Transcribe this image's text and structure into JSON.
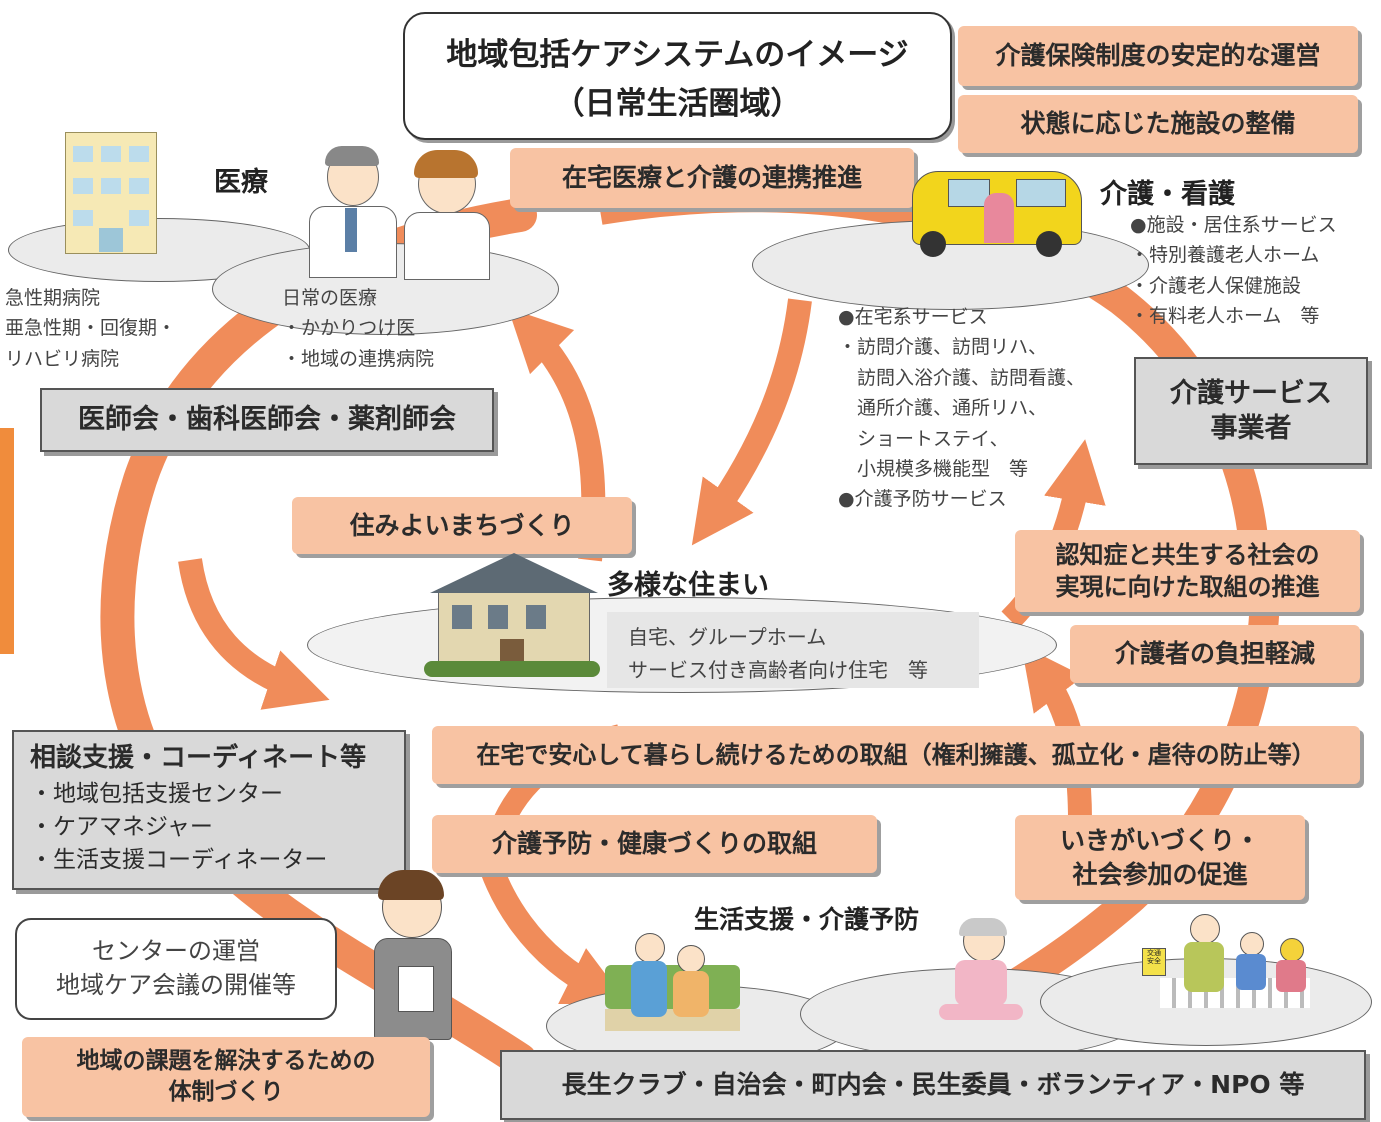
{
  "title": {
    "line1": "地域包括ケアシステムのイメージ",
    "line2": "（日常生活圏域）"
  },
  "top_right": {
    "stable_operation": "介護保険制度の安定的な運営",
    "facility_maintenance": "状態に応じた施設の整備"
  },
  "medical": {
    "heading": "医療",
    "hospitals": "急性期病院\n亜急性期・回復期・\nリハビリ病院",
    "daily": "日常の医療\n・かかりつけ医\n・地域の連携病院",
    "association": "医師会・歯科医師会・薬剤師会"
  },
  "home_medical_link": "在宅医療と介護の連携推進",
  "care": {
    "heading": "介護・看護",
    "facility_services": "●施設・居住系サービス\n・特別養護老人ホーム\n・介護老人保健施設\n・有料老人ホーム　等",
    "home_services": "●在宅系サービス\n・訪問介護、訪問リハ、\n　訪問入浴介護、訪問看護、\n　通所介護、通所リハ、\n　ショートステイ、\n　小規模多機能型　等\n●介護予防サービス",
    "provider": "介護サービス\n事業者"
  },
  "livable_town": "住みよいまちづくり",
  "housing": {
    "heading": "多様な住まい",
    "line1": "自宅、グループホーム",
    "line2": "サービス付き高齢者向け住宅　等"
  },
  "dementia": "認知症と共生する社会の\n実現に向けた取組の推進",
  "caregiver_burden": "介護者の負担軽減",
  "safe_living": "在宅で安心して暮らし続けるための取組（権利擁護、孤立化・虐待の防止等）",
  "prevention_health": "介護予防・健康づくりの取組",
  "ikigai": "いきがいづくり・\n社会参加の促進",
  "consult": {
    "heading": "相談支援・コーディネート等",
    "items": "・地域包括支援センター\n・ケアマネジャー\n・生活支援コーディネーター"
  },
  "center_ops": "センターの運営\n地域ケア会議の開催等",
  "life_support": {
    "heading": "生活支援・介護予防"
  },
  "regional_system": "地域の課題を解決するための\n体制づくり",
  "community_groups": "長生クラブ・自治会・町内会・民生委員・ボランティア・NPO 等",
  "sign_text": "交通\n安全",
  "colors": {
    "arrow": "#f08c5a",
    "peach": "#f8c3a3",
    "gray_box": "#d9d9d9",
    "side_bar": "#f08c3c"
  }
}
